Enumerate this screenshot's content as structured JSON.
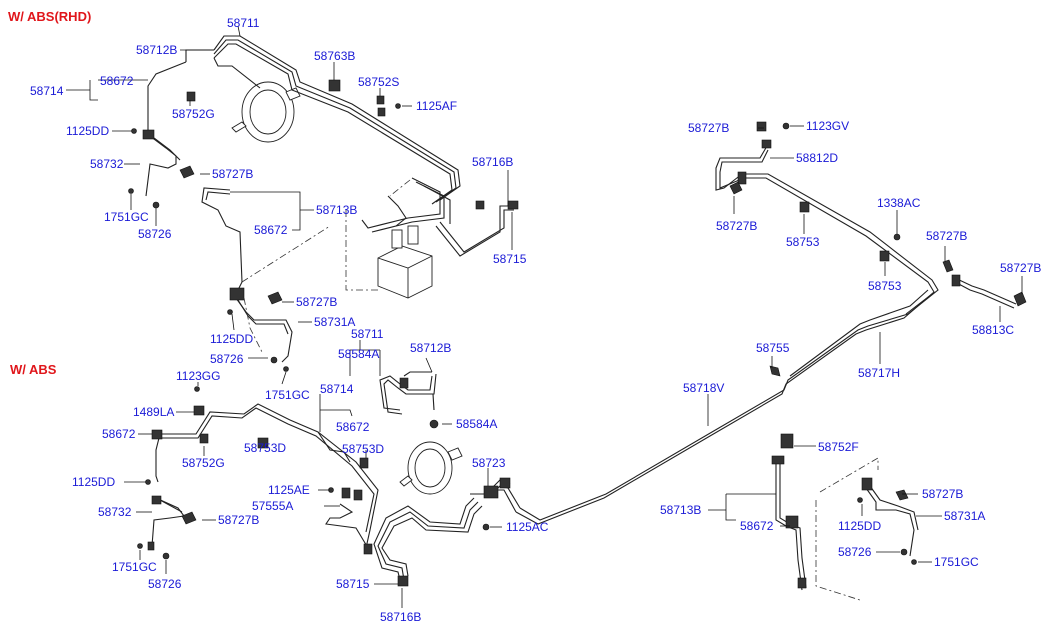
{
  "sections": {
    "rhd": "W/ ABS(RHD)",
    "abs": "W/ ABS"
  },
  "labels": {
    "t1": "58711",
    "t2": "58712B",
    "t3": "58763B",
    "t4": "58672",
    "t5": "58714",
    "t6": "58752S",
    "t7": "1125AF",
    "t8": "58752G",
    "t9": "1125DD",
    "t10": "58732",
    "t11": "58727B",
    "t12": "1751GC",
    "t13": "58726",
    "t14": "58716B",
    "t15": "58713B",
    "t16": "58672",
    "t17": "58715",
    "t18": "58727B",
    "t19": "58731A",
    "t20": "1125DD",
    "t21": "58726",
    "t22": "1751GC",
    "t23": "58727B",
    "t24": "1123GV",
    "t25": "58812D",
    "t26": "1338AC",
    "t27": "58727B",
    "t28": "58753",
    "t29": "58727B",
    "t30": "58727B",
    "t31": "58753",
    "t32": "58813C",
    "t33": "58755",
    "t34": "58717H",
    "t35": "58711",
    "t36": "58584A",
    "t37": "58712B",
    "t38": "1123GG",
    "t39": "58714",
    "t40": "58718V",
    "t41": "1489LA",
    "t42": "58672",
    "t43": "58584A",
    "t44": "58672",
    "t45": "58752G",
    "t46": "58753D",
    "t47": "58753D",
    "t48": "58752F",
    "t49": "58723",
    "t50": "1125DD",
    "t51": "1125AE",
    "t52": "57555A",
    "t53": "1125AC",
    "t54": "58727B",
    "t55": "58713B",
    "t56": "58732",
    "t57": "58727B",
    "t58": "58672",
    "t59": "1125DD",
    "t60": "58731A",
    "t61": "1751GC",
    "t62": "58726",
    "t63": "58726",
    "t64": "1751GC",
    "t65": "58715",
    "t66": "58716B"
  }
}
